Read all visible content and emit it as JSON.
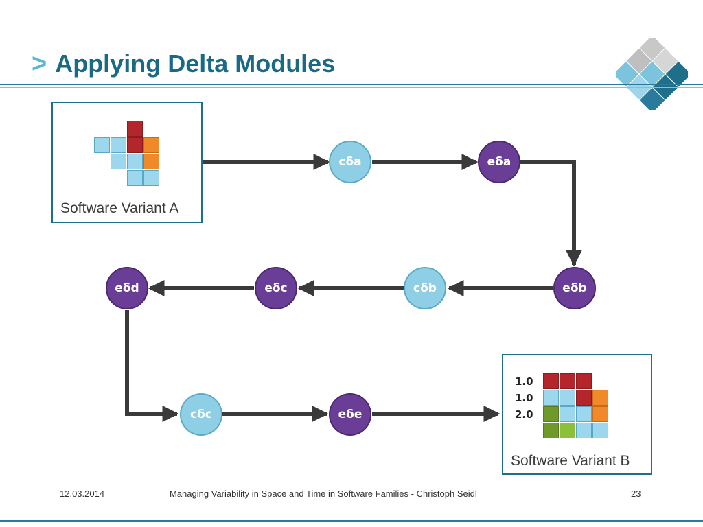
{
  "slide": {
    "title_prefix": ">",
    "title": "Applying Delta Modules"
  },
  "variant_a": {
    "label": "Software Variant A"
  },
  "variant_b": {
    "label": "Software Variant B",
    "versions": [
      "1.0",
      "1.0",
      "2.0"
    ]
  },
  "nodes": {
    "cda": "cδa",
    "eda": "eδa",
    "edb": "eδb",
    "cdb": "cδb",
    "edc": "eδc",
    "edd": "eδd",
    "cdc": "cδc",
    "ede": "eδe"
  },
  "footer": {
    "date": "12.03.2014",
    "center": "Managing Variability in Space and Time in Software Families - Christoph Seidl",
    "page": "23"
  },
  "colors": {
    "title": "#1a6a87",
    "accent": "#5bb7d6",
    "configuration_node": "#8ecfe6",
    "evolution_node": "#6a3e96",
    "connector": "#3a3a3a"
  }
}
